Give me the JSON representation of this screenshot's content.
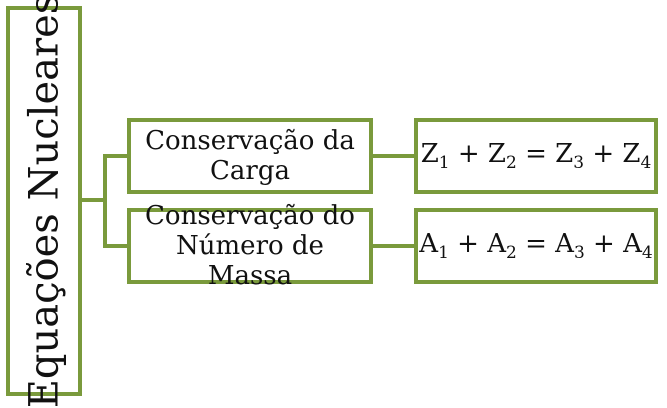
{
  "root": {
    "label": "Equações Nucleares"
  },
  "branches": [
    {
      "label_line1": "Conservação da",
      "label_line2": "Carga",
      "equation": [
        {
          "v": "Z"
        },
        {
          "s": "1"
        },
        {
          "op": " + "
        },
        {
          "v": "Z"
        },
        {
          "s": "2"
        },
        {
          "op": " = "
        },
        {
          "v": "Z"
        },
        {
          "s": "3"
        },
        {
          "op": " + "
        },
        {
          "v": "Z"
        },
        {
          "s": "4"
        }
      ]
    },
    {
      "label_line1": "Conservação do",
      "label_line2": "Número de Massa",
      "equation": [
        {
          "v": "A"
        },
        {
          "s": "1"
        },
        {
          "op": " + "
        },
        {
          "v": "A"
        },
        {
          "s": "2"
        },
        {
          "op": " = "
        },
        {
          "v": "A"
        },
        {
          "s": "3"
        },
        {
          "op": " + "
        },
        {
          "v": "A"
        },
        {
          "s": "4"
        }
      ]
    }
  ],
  "colors": {
    "border": "#7a9a3c",
    "background": "#ffffff",
    "text": "#111111"
  }
}
